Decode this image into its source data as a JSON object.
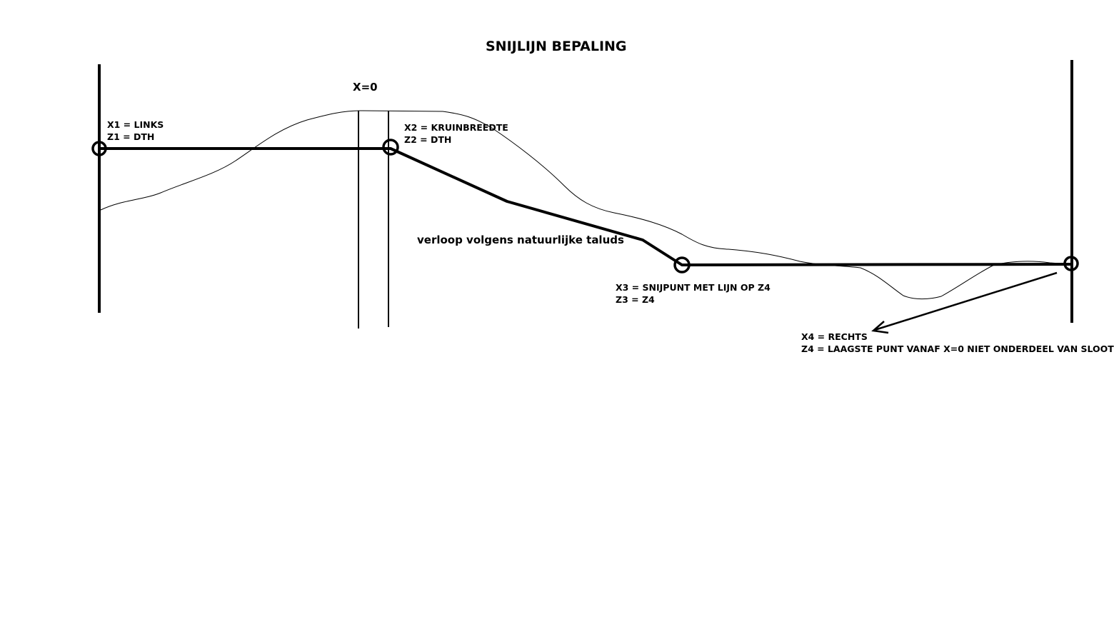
{
  "title": "SNIJLIJN BEPALING",
  "x0_label": "X=0",
  "points": {
    "p1": {
      "x_line": "X1 = LINKS",
      "z_line": "Z1 = DTH"
    },
    "p2": {
      "x_line": "X2 = KRUINBREEDTE",
      "z_line": "Z2 = DTH"
    },
    "p3": {
      "x_line": "X3 = SNIJPUNT MET LIJN OP Z4",
      "z_line": "Z3 = Z4"
    },
    "p4": {
      "x_line": "X4 = RECHTS",
      "z_line": "Z4 = LAAGSTE PUNT VANAF X=0 NIET ONDERDEEL VAN SLOOT"
    }
  },
  "slope_label": "verloop volgens natuurlijke taluds",
  "colors": {
    "ink": "#000000",
    "terrain": "#000000",
    "background": "#ffffff"
  }
}
